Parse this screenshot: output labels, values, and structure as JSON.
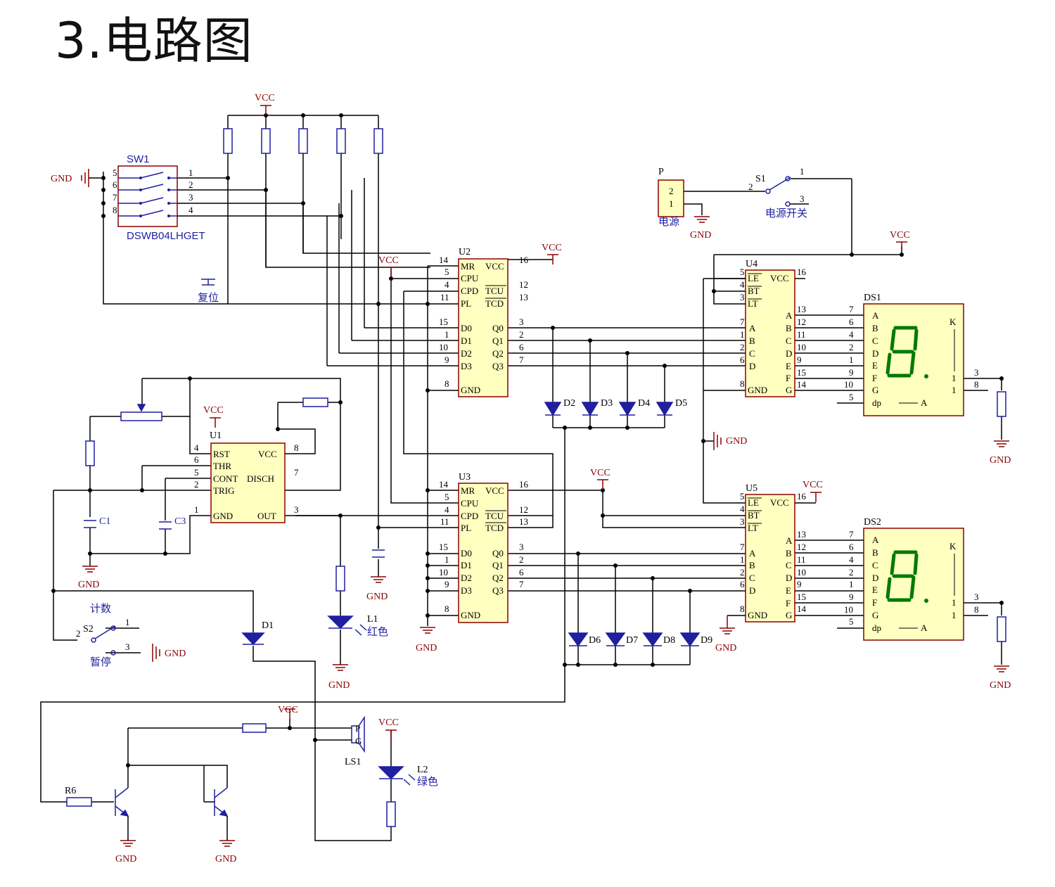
{
  "heading": "3.电路图",
  "net": {
    "vcc": "VCC",
    "gnd": "GND"
  },
  "sw1": {
    "ref": "SW1",
    "part": "DSWB04LHGET",
    "pins_left": [
      "5",
      "6",
      "7",
      "8"
    ],
    "pins_right": [
      "1",
      "2",
      "3",
      "4"
    ]
  },
  "reset_button": "复位",
  "u2": {
    "ref": "U2"
  },
  "u3": {
    "ref": "U3"
  },
  "counter_pins_left": [
    {
      "num": "14",
      "name": "MR"
    },
    {
      "num": "5",
      "name": "CPU"
    },
    {
      "num": "4",
      "name": "CPD"
    },
    {
      "num": "11",
      "name": "PL"
    },
    {
      "num": "15",
      "name": "D0"
    },
    {
      "num": "1",
      "name": "D1"
    },
    {
      "num": "10",
      "name": "D2"
    },
    {
      "num": "9",
      "name": "D3"
    },
    {
      "num": "8",
      "name": "GND"
    }
  ],
  "counter_pins_right": [
    {
      "num": "16",
      "name": "VCC"
    },
    {
      "num": "12",
      "name": "TCU"
    },
    {
      "num": "13",
      "name": "TCD"
    },
    {
      "num": "3",
      "name": "Q0"
    },
    {
      "num": "2",
      "name": "Q1"
    },
    {
      "num": "6",
      "name": "Q2"
    },
    {
      "num": "7",
      "name": "Q3"
    }
  ],
  "u4": {
    "ref": "U4"
  },
  "u5": {
    "ref": "U5"
  },
  "decoder_pins_left": [
    {
      "num": "5",
      "name": "LE"
    },
    {
      "num": "4",
      "name": "BT"
    },
    {
      "num": "3",
      "name": "LT"
    },
    {
      "num": "7",
      "name": "A"
    },
    {
      "num": "1",
      "name": "B"
    },
    {
      "num": "2",
      "name": "C"
    },
    {
      "num": "6",
      "name": "D"
    },
    {
      "num": "8",
      "name": "GND"
    }
  ],
  "decoder_pins_right": [
    {
      "num": "16",
      "name": "VCC"
    },
    {
      "num": "13",
      "name": "A"
    },
    {
      "num": "12",
      "name": "B"
    },
    {
      "num": "11",
      "name": "C"
    },
    {
      "num": "10",
      "name": "D"
    },
    {
      "num": "9",
      "name": "E"
    },
    {
      "num": "15",
      "name": "F"
    },
    {
      "num": "14",
      "name": "G"
    }
  ],
  "ds1": {
    "ref": "DS1"
  },
  "ds2": {
    "ref": "DS2"
  },
  "display_pins": [
    {
      "num": "7",
      "name": "A"
    },
    {
      "num": "6",
      "name": "B"
    },
    {
      "num": "4",
      "name": "C"
    },
    {
      "num": "2",
      "name": "D"
    },
    {
      "num": "1",
      "name": "E"
    },
    {
      "num": "9",
      "name": "F"
    },
    {
      "num": "10",
      "name": "G"
    },
    {
      "num": "5",
      "name": "dp"
    }
  ],
  "display_misc": {
    "k": "K",
    "one": "1",
    "a": "A",
    "p3": "3",
    "p8": "8"
  },
  "u1": {
    "ref": "U1",
    "pins_left": [
      {
        "num": "4",
        "name": "RST"
      },
      {
        "num": "6",
        "name": "THR"
      },
      {
        "num": "5",
        "name": "CONT"
      },
      {
        "num": "2",
        "name": "TRIG"
      },
      {
        "num": "1",
        "name": "GND"
      }
    ],
    "pins_right": [
      {
        "num": "8",
        "name": "VCC"
      },
      {
        "num": "7",
        "name": "DISCH"
      },
      {
        "num": "3",
        "name": "OUT"
      }
    ]
  },
  "c1": "C1",
  "c3": "C3",
  "power": {
    "p_ref": "P",
    "p_pins": [
      "2",
      "1"
    ],
    "p_label": "电源",
    "s1_ref": "S1",
    "s1_pins": [
      "2",
      "1",
      "3"
    ],
    "s1_label": "电源开关"
  },
  "s2": {
    "ref": "S2",
    "top_label": "计数",
    "bottom_label": "暂停",
    "pins": [
      "2",
      "1",
      "3"
    ]
  },
  "diodes": [
    "D1",
    "D2",
    "D3",
    "D4",
    "D5",
    "D6",
    "D7",
    "D8",
    "D9"
  ],
  "l1": {
    "ref": "L1",
    "color": "红色"
  },
  "l2": {
    "ref": "L2",
    "color": "绿色"
  },
  "ls1": {
    "ref": "LS1",
    "p": "P",
    "g": "G"
  },
  "r6": "R6",
  "colors": {
    "wire": "#000000",
    "component": "#1f1fa0",
    "ic_fill": "#ffffc0",
    "ic_border": "#8b0000",
    "segment": "#007a00"
  }
}
